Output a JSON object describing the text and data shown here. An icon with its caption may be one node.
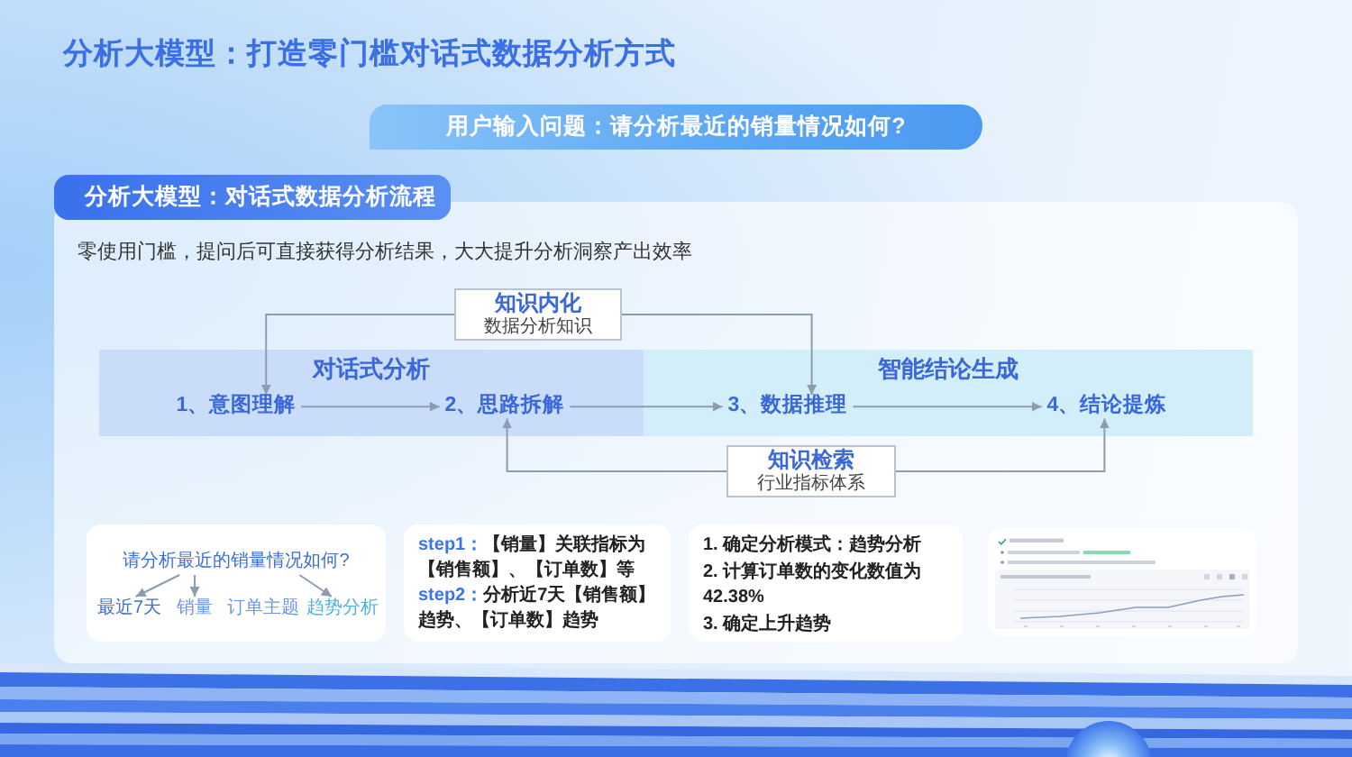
{
  "diagram": {
    "title": "分析大模型：打造零门槛对话式数据分析方式",
    "nodes": [
      {
        "text": [
          "用户输入问题：请分析最近的销量情况如何?"
        ]
      },
      {
        "text": [
          "分析大模型：对话式数据分析流程",
          "零使用门槛，提问后可直接获得分析结果，大大提升分析洞察产出效率"
        ]
      },
      {
        "text": [
          "知识内化",
          "数据分析知识"
        ],
        "in": 1
      },
      {
        "text": [
          "对话式分析"
        ],
        "in": 1
      },
      {
        "text": [
          "1、意图理解"
        ],
        "in": 3
      },
      {
        "text": [
          "2、思路拆解"
        ],
        "in": 3
      },
      {
        "text": [
          "智能结论生成"
        ],
        "in": 1
      },
      {
        "text": [
          "3、数据推理"
        ],
        "in": 6
      },
      {
        "text": [
          "4、结论提炼"
        ],
        "in": 6
      },
      {
        "text": [
          "知识检索",
          "行业指标体系"
        ],
        "in": 1
      },
      {
        "text": [],
        "shape": "box",
        "in": 1
      },
      {
        "text": [
          "请分析最近的销量情况如何?"
        ],
        "in": 10
      },
      {
        "text": [
          "最近7天"
        ],
        "in": 10
      },
      {
        "text": [
          "销量"
        ],
        "in": 10
      },
      {
        "text": [
          "趋势分析"
        ],
        "in": 10
      },
      {
        "text": [
          "**step1：**【销量】关联指标为【销售额】、【订单数】等",
          "**step2：**分析近7天【销售额】趋势、【订单数】趋势"
        ],
        "in": 1
      },
      {
        "text": [
          "1. 确定分析模式：趋势分析",
          "2. 计算订单数的变化数值为42.38%",
          "3. 确定上升趋势"
        ],
        "in": 1
      },
      {
        "text": [],
        "shape": "picture",
        "in": 1
      }
    ],
    "edges": [
      {
        "from": 2,
        "to": 4,
        "arrow": "to"
      },
      {
        "from": 2,
        "to": 7,
        "arrow": "to"
      },
      {
        "from": 9,
        "to": 5,
        "arrow": "to"
      },
      {
        "from": 9,
        "to": 8,
        "arrow": "to"
      },
      {
        "from": 4,
        "to": 5,
        "arrow": "to"
      },
      {
        "from": 5,
        "to": 7,
        "arrow": "to"
      },
      {
        "from": 7,
        "to": 8,
        "arrow": "to"
      },
      {
        "from": 11,
        "to": 12,
        "arrow": "to"
      },
      {
        "from": 11,
        "to": 13,
        "arrow": "to"
      },
      {
        "from": 11,
        "to": 14,
        "arrow": "to"
      }
    ],
    "labels": [
      "订单主题"
    ]
  }
}
